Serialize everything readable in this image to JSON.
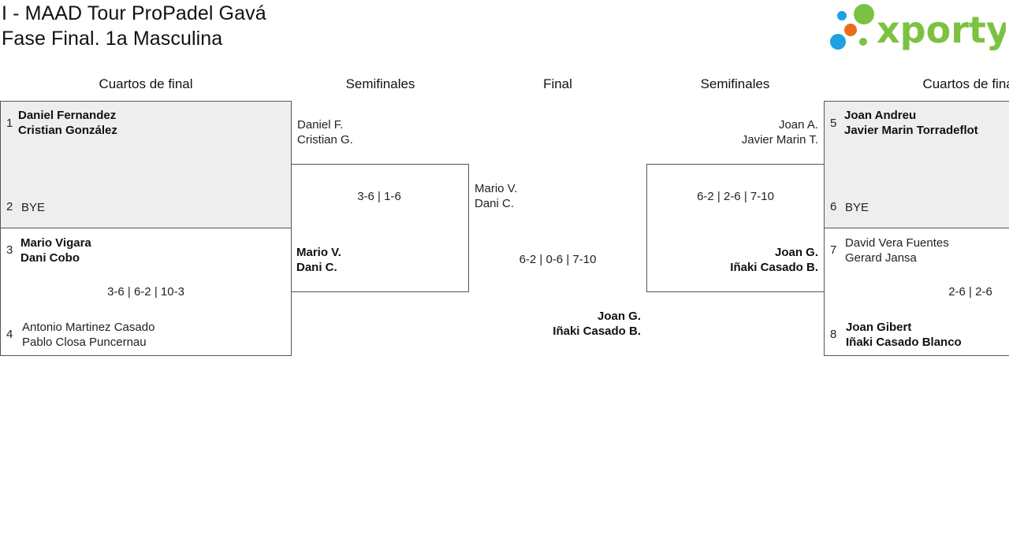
{
  "header": {
    "title_line1": "I - MAAD Tour ProPadel Gavá",
    "title_line2": "Fase Final. 1a Masculina",
    "logo_text": "xporty"
  },
  "colors": {
    "logo_green": "#7cc242",
    "logo_blue": "#1da1e2",
    "logo_orange": "#ea6d1c",
    "shaded_bg": "#eeeeee",
    "border": "#555555"
  },
  "columns": {
    "qf_left": "Cuartos de final",
    "sf_left": "Semifinales",
    "final": "Final",
    "sf_right": "Semifinales",
    "qf_right": "Cuartos de final"
  },
  "qf_left": [
    {
      "top_seed": "1",
      "top_team": [
        "Daniel Fernandez",
        "Cristian González"
      ],
      "bottom_seed": "2",
      "bottom_team": [
        "BYE"
      ],
      "score": ""
    },
    {
      "top_seed": "3",
      "top_team": [
        "Mario Vigara",
        "Dani Cobo"
      ],
      "bottom_seed": "4",
      "bottom_team": [
        "Antonio Martinez Casado",
        "Pablo Closa Puncernau"
      ],
      "score": "3-6 | 6-2 | 10-3"
    }
  ],
  "sf_left": {
    "top_team": [
      "Daniel F.",
      "Cristian G."
    ],
    "bottom_team": [
      "Mario V.",
      "Dani C."
    ],
    "score": "3-6 | 1-6"
  },
  "final": {
    "top_team": [
      "Mario V.",
      "Dani C."
    ],
    "bottom_team": [
      "Joan G.",
      "Iñaki Casado B."
    ],
    "score": "6-2 | 0-6 | 7-10"
  },
  "sf_right": {
    "top_team": [
      "Joan A.",
      "Javier Marin T."
    ],
    "bottom_team": [
      "Joan G.",
      "Iñaki Casado B."
    ],
    "score": "6-2 | 2-6 | 7-10"
  },
  "qf_right": [
    {
      "top_seed": "5",
      "top_team": [
        "Joan Andreu",
        "Javier Marin Torradeflot"
      ],
      "bottom_seed": "6",
      "bottom_team": [
        "BYE"
      ],
      "score": ""
    },
    {
      "top_seed": "7",
      "top_team": [
        "David Vera Fuentes",
        "Gerard Jansa"
      ],
      "bottom_seed": "8",
      "bottom_team": [
        "Joan Gibert",
        "Iñaki Casado Blanco"
      ],
      "score": "2-6 | 2-6"
    }
  ]
}
